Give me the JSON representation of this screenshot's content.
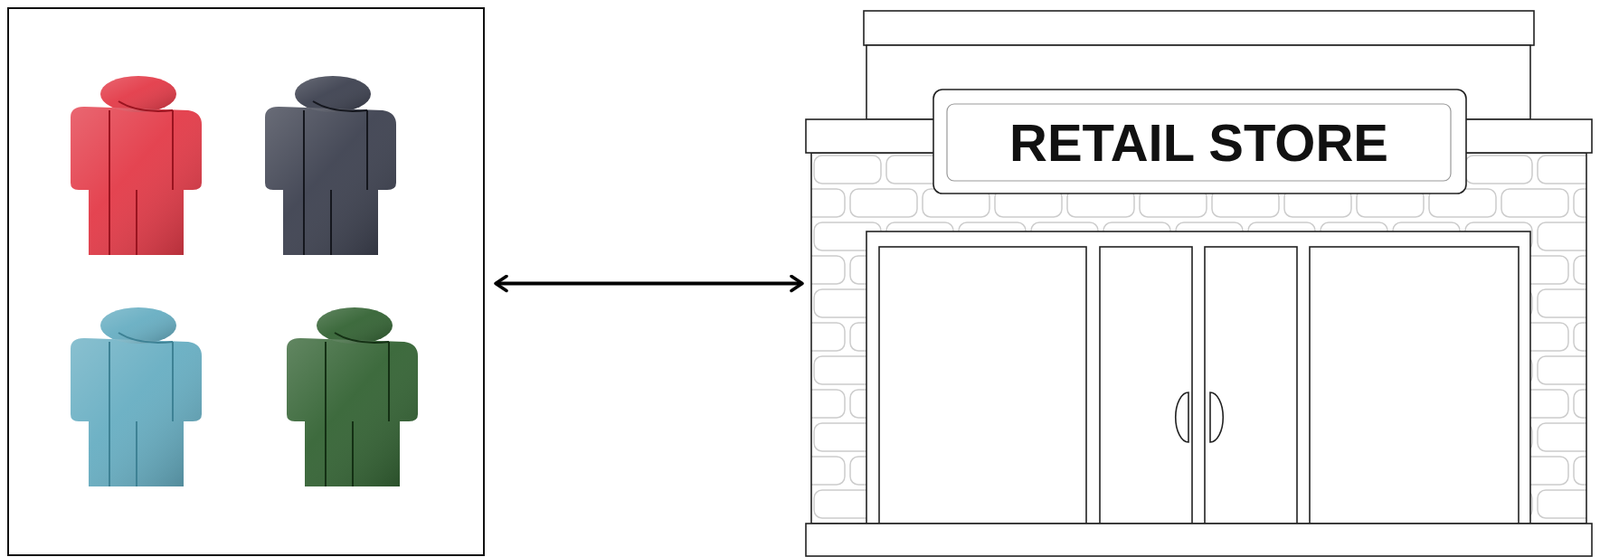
{
  "diagram": {
    "nodes": [
      {
        "text": []
      },
      {
        "text": [
          "RETAIL STORE"
        ]
      }
    ],
    "edges": [
      {
        "from": 0,
        "to": 1,
        "arrow": "both"
      }
    ]
  }
}
